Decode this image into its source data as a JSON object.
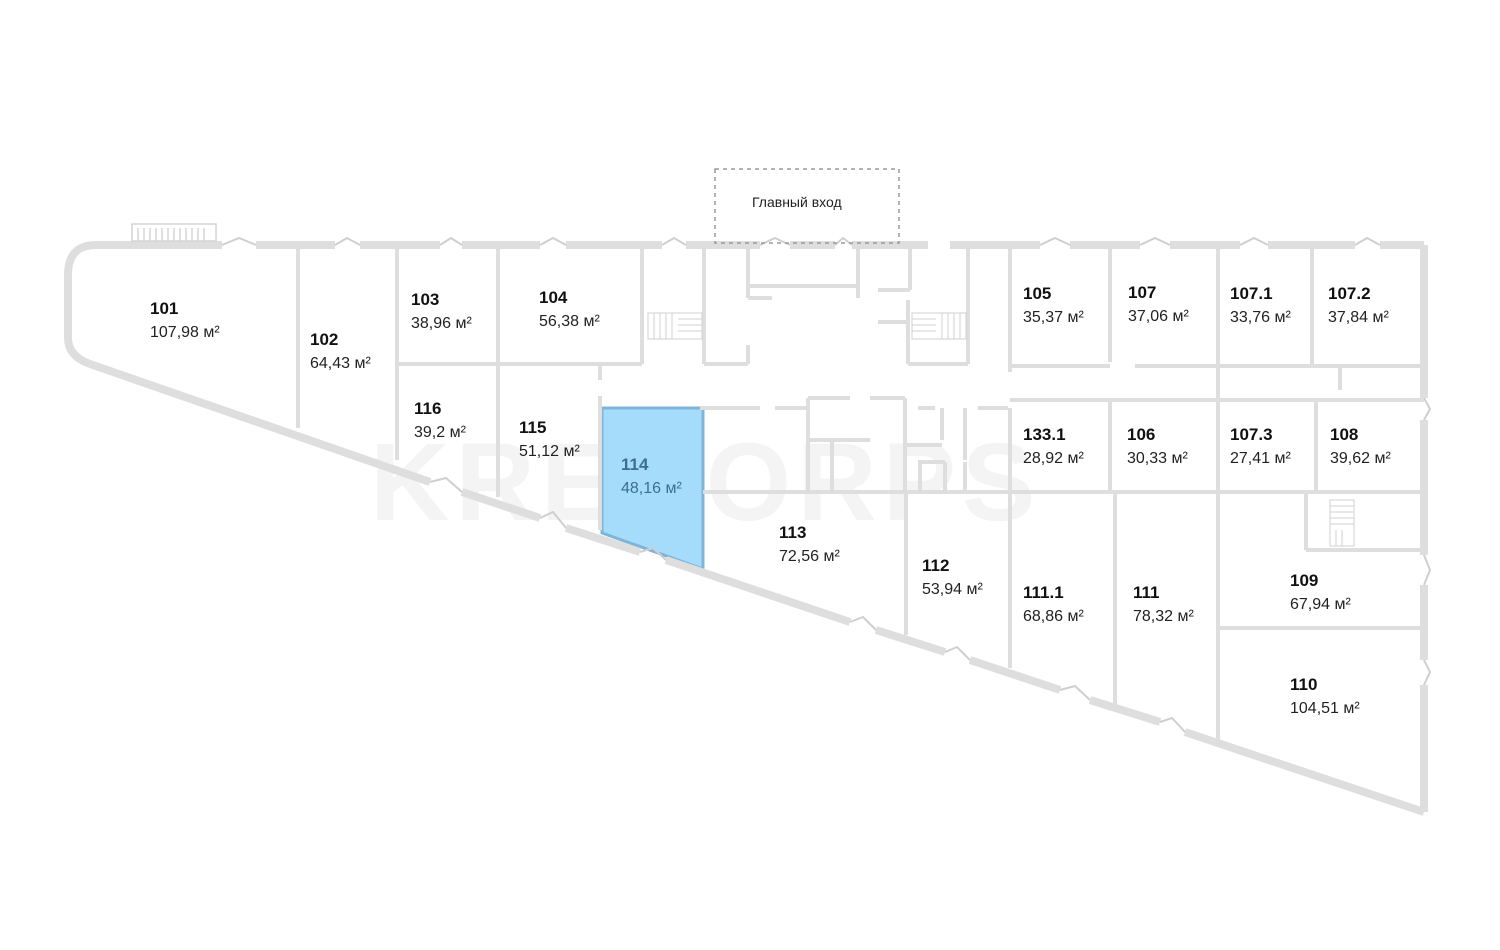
{
  "watermark": "KREKORPS",
  "entrance": {
    "label": "Главный вход"
  },
  "selected_room": "114",
  "rooms": [
    {
      "number": "101",
      "area": "107,98 м²"
    },
    {
      "number": "102",
      "area": "64,43 м²"
    },
    {
      "number": "103",
      "area": "38,96 м²"
    },
    {
      "number": "104",
      "area": "56,38 м²"
    },
    {
      "number": "105",
      "area": "35,37 м²"
    },
    {
      "number": "107",
      "area": "37,06 м²"
    },
    {
      "number": "107.1",
      "area": "33,76 м²"
    },
    {
      "number": "107.2",
      "area": "37,84 м²"
    },
    {
      "number": "116",
      "area": "39,2 м²"
    },
    {
      "number": "115",
      "area": "51,12 м²"
    },
    {
      "number": "114",
      "area": "48,16 м²"
    },
    {
      "number": "133.1",
      "area": "28,92 м²"
    },
    {
      "number": "106",
      "area": "30,33 м²"
    },
    {
      "number": "107.3",
      "area": "27,41 м²"
    },
    {
      "number": "108",
      "area": "39,62 м²"
    },
    {
      "number": "113",
      "area": "72,56 м²"
    },
    {
      "number": "112",
      "area": "53,94 м²"
    },
    {
      "number": "111.1",
      "area": "68,86 м²"
    },
    {
      "number": "111",
      "area": "78,32 м²"
    },
    {
      "number": "109",
      "area": "67,94 м²"
    },
    {
      "number": "110",
      "area": "104,51 м²"
    }
  ],
  "colors": {
    "wall": "#dedede",
    "selected_fill": "#a6dcfb",
    "selected_stroke": "#7fb3d8"
  }
}
